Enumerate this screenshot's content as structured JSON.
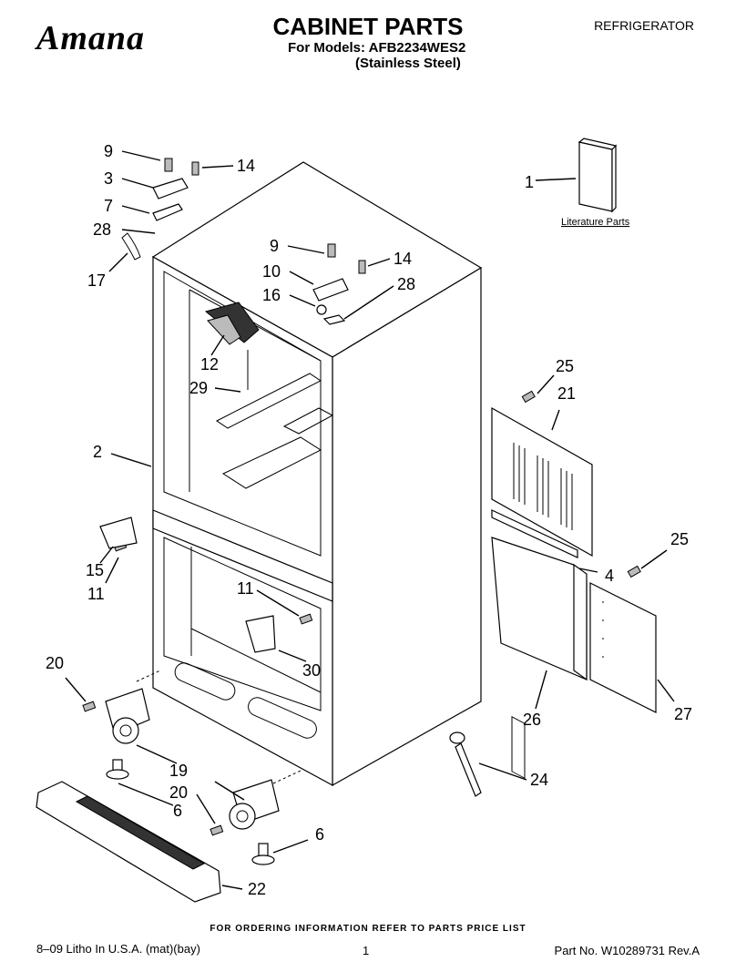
{
  "header": {
    "brand": "Amana",
    "title": "CABINET PARTS",
    "models_line": "For Models: AFB2234WES2",
    "finish_line": "(Stainless Steel)",
    "category": "REFRIGERATOR"
  },
  "literature_label": "Literature Parts",
  "callouts": [
    "1",
    "9",
    "3",
    "14",
    "7",
    "28",
    "17",
    "9",
    "14",
    "10",
    "16",
    "28",
    "12",
    "29",
    "2",
    "25",
    "21",
    "15",
    "11",
    "25",
    "4",
    "11",
    "30",
    "20",
    "26",
    "27",
    "19",
    "20",
    "6",
    "6",
    "24",
    "22"
  ],
  "footer": {
    "order_note": "FOR ORDERING INFORMATION REFER TO PARTS PRICE LIST",
    "print_info": "8–09 Litho In U.S.A. (mat)(bay)",
    "page_number": "1",
    "part_number": "Part No. W10289731 Rev.A"
  }
}
